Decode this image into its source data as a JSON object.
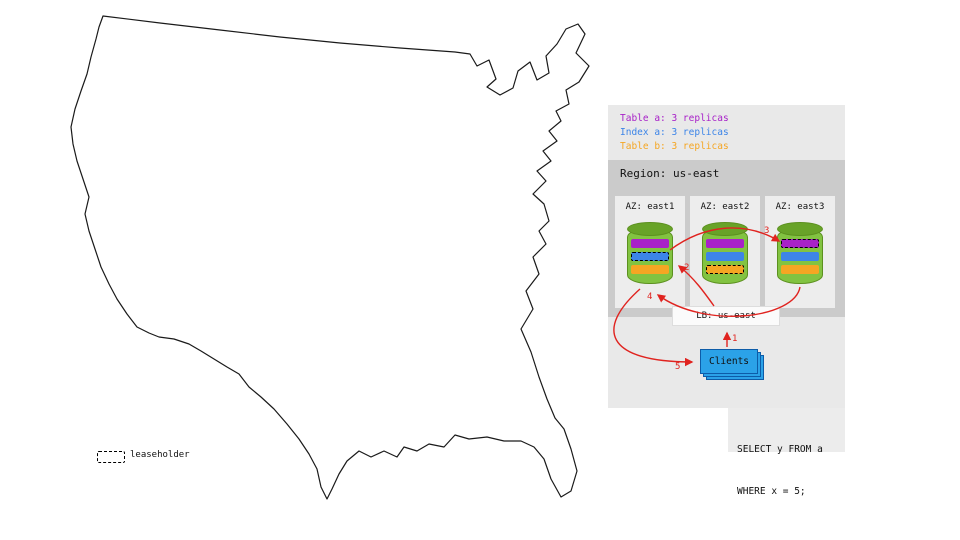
{
  "colors": {
    "map_outline": "#1a1a1a",
    "arrow": "#e0231f",
    "panel_bg": "#e9e9e9",
    "region_bg": "#cbcbcb",
    "az_bg": "#ededed",
    "cylinder_body": "#82c341",
    "cylinder_top": "#68a328",
    "table_a": "#a822c8",
    "index_a": "#3d85e8",
    "table_b": "#f5a623",
    "clients_fill": "#2ba2e8"
  },
  "legend": {
    "items": [
      {
        "label": "Table a: 3 replicas"
      },
      {
        "label": "Index a: 3 replicas"
      },
      {
        "label": "Table b: 3 replicas"
      }
    ]
  },
  "region": {
    "label": "Region: us-east",
    "azs": [
      {
        "label": "AZ: east1",
        "bands": [
          {
            "replica": "Table a",
            "leaseholder": false
          },
          {
            "replica": "Index a",
            "leaseholder": true
          },
          {
            "replica": "Table b",
            "leaseholder": false
          }
        ]
      },
      {
        "label": "AZ: east2",
        "bands": [
          {
            "replica": "Table a",
            "leaseholder": false
          },
          {
            "replica": "Index a",
            "leaseholder": false
          },
          {
            "replica": "Table b",
            "leaseholder": true
          }
        ]
      },
      {
        "label": "AZ: east3",
        "bands": [
          {
            "replica": "Table a",
            "leaseholder": true
          },
          {
            "replica": "Index a",
            "leaseholder": false
          },
          {
            "replica": "Table b",
            "leaseholder": false
          }
        ]
      }
    ]
  },
  "load_balancer": {
    "label": "LB: us-east"
  },
  "clients": {
    "label": "Clients"
  },
  "sql": {
    "line1": "SELECT y FROM a",
    "line2": "WHERE x = 5;"
  },
  "flow": {
    "steps": [
      "1",
      "2",
      "3",
      "4",
      "5"
    ]
  },
  "leaseholder_legend": {
    "label": "leaseholder"
  }
}
